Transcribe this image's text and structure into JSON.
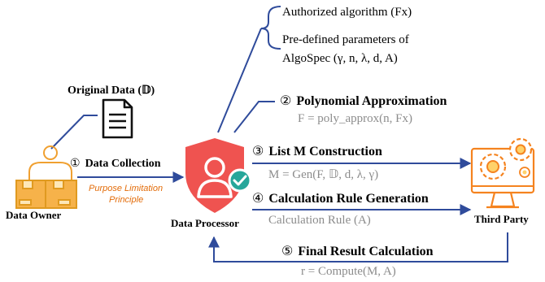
{
  "owner": {
    "label": "Data Owner"
  },
  "original_data": {
    "label": "Original Data (𝔻)"
  },
  "processor": {
    "label": "Data Processor"
  },
  "third_party": {
    "label": "Third Party"
  },
  "collection": {
    "number": "①",
    "label": "Data Collection",
    "note_line1": "Purpose Limitation",
    "note_line2": "Principle"
  },
  "authorized": {
    "algorithm": "Authorized algorithm (Fx)",
    "params_line1": "Pre-defined parameters of",
    "params_line2": "AlgoSpec (γ, n, λ, d, A)"
  },
  "steps": [
    {
      "number": "②",
      "label": "Polynomial Approximation",
      "formula": "F = poly_approx(n, Fx)"
    },
    {
      "number": "③",
      "label": "List M Construction",
      "formula": "M = Gen(F, 𝔻, d, λ, γ)"
    },
    {
      "number": "④",
      "label": "Calculation Rule Generation",
      "formula": "Calculation Rule (A)"
    },
    {
      "number": "⑤",
      "label": "Final Result Calculation",
      "formula": "r = Compute(M, A)"
    }
  ],
  "colors": {
    "arrow": "#2f4b9b",
    "shield": "#ef5350",
    "check": "#26a69a",
    "owner_icon": "#f0a030",
    "third_party_icon": "#f5831f",
    "note": "#e36c09",
    "formula": "#8c8c8c"
  }
}
